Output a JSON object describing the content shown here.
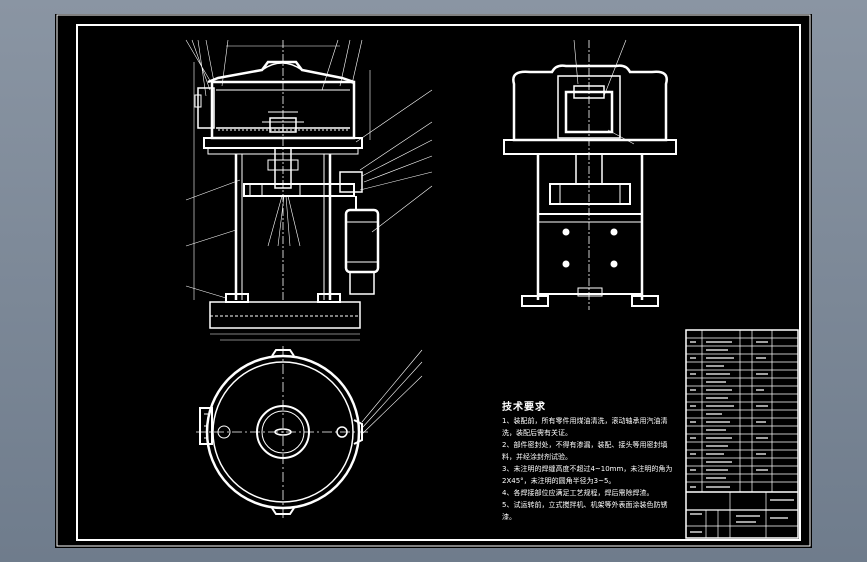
{
  "technical_requirements": {
    "heading": "技术要求",
    "items": [
      "1、装配前，所有零件用煤油清洗，滚动轴承用汽油清洗，装配后需有关证。",
      "2、部件密封处，不得有渗漏，装配、接头等用密封填料，并经涂封剂试验。",
      "3、未注明的焊缝高度不超过4~10mm，未注明的角为2X45°，未注明的圆角半径为3~5。",
      "4、各焊接部位应满足工艺规程，焊后需除焊渣。",
      "5、试运转前，立式搅拌机、机架等外表面涂装色防锈漆。"
    ]
  },
  "colors": {
    "background": "#7d8a99",
    "sheet": "#000000",
    "lines": "#ffffff"
  }
}
